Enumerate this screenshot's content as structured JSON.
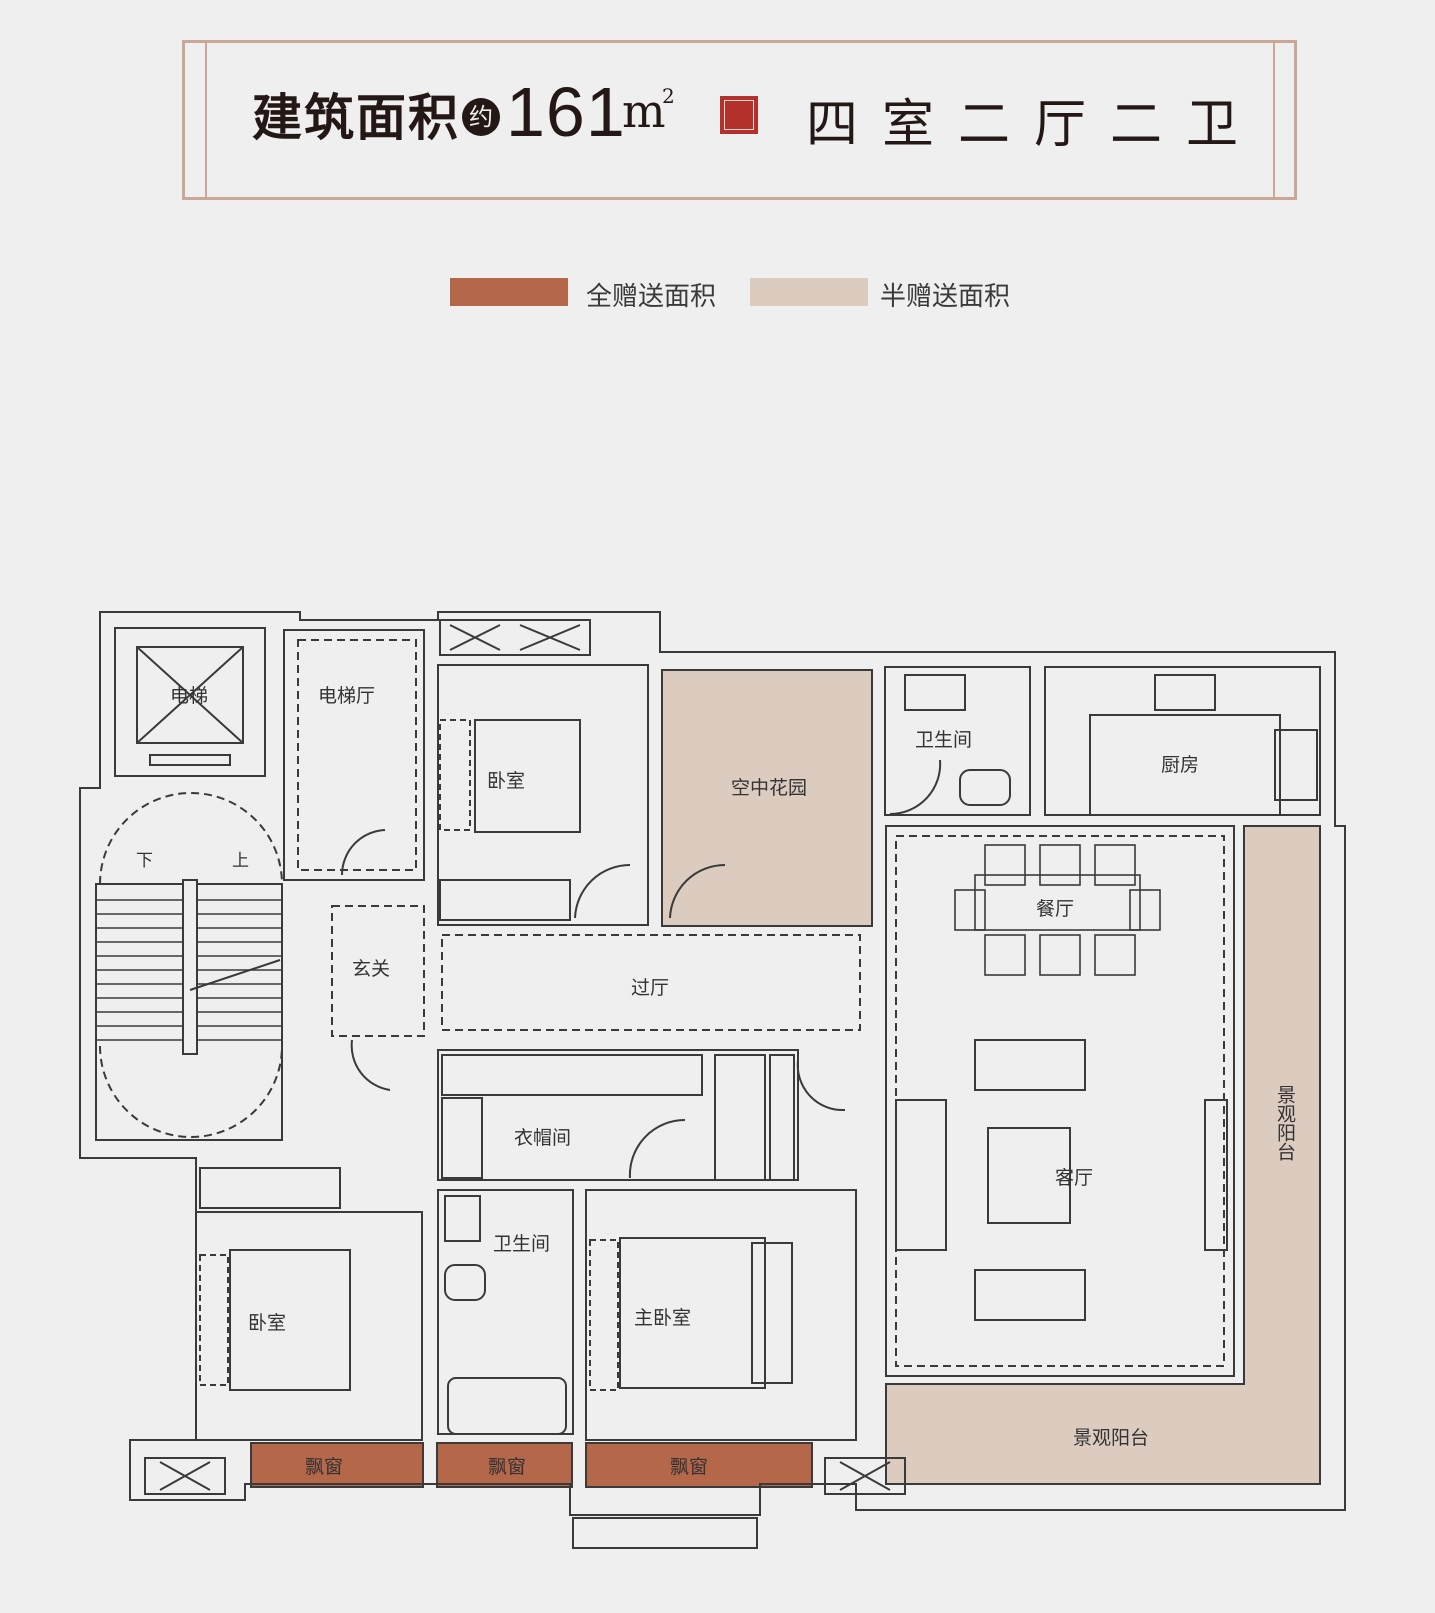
{
  "header": {
    "area_label": "建筑面积",
    "approx": "约",
    "area_value": "161",
    "area_unit": "m",
    "area_exp": "2",
    "layout": "四室二厅二卫"
  },
  "legend": [
    {
      "label": "全赠送面积",
      "color": "#b5674a"
    },
    {
      "label": "半赠送面积",
      "color": "#dcccbf"
    }
  ],
  "rooms": {
    "elevator": "电梯",
    "elevator_hall": "电梯厅",
    "bedroom_top": "卧室",
    "sky_garden": "空中花园",
    "bath_top": "卫生间",
    "kitchen": "厨房",
    "stairs_down": "下",
    "stairs_up": "上",
    "foyer": "玄关",
    "hallway": "过厅",
    "dining": "餐厅",
    "closet": "衣帽间",
    "living": "客厅",
    "balcony_side": "景观阳台",
    "bath_bottom": "卫生间",
    "bedroom_left": "卧室",
    "master_bedroom": "主卧室",
    "balcony_bottom": "景观阳台",
    "bay1": "飘窗",
    "bay2": "飘窗",
    "bay3": "飘窗"
  },
  "colors": {
    "full_gift": "#b5674a",
    "half_gift": "#dcccbf",
    "wall": "#3a3a3a",
    "frame": "#c9a995"
  }
}
